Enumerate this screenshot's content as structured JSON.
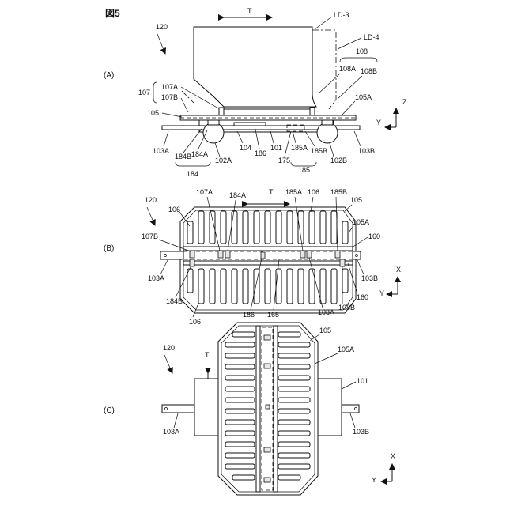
{
  "figure": {
    "title": "図5"
  },
  "panel_a": {
    "tag": "(A)",
    "labels": {
      "r120": "120",
      "T": "T",
      "LD3": "LD-3",
      "LD4": "LD-4",
      "r108": "108",
      "r108A": "108A",
      "r108B": "108B",
      "r107": "107",
      "r107A": "107A",
      "r107B": "107B",
      "r105": "105",
      "r105A": "105A",
      "r103A": "103A",
      "r103B": "103B",
      "r184B": "184B",
      "r184A": "184A",
      "r184": "184",
      "r102A": "102A",
      "r102B": "102B",
      "r104": "104",
      "r186": "186",
      "r101": "101",
      "r185A": "185A",
      "r185B": "185B",
      "r185": "185",
      "r175": "175",
      "axisY": "Y",
      "axisZ": "Z"
    }
  },
  "panel_b": {
    "tag": "(B)",
    "labels": {
      "r120": "120",
      "T": "T",
      "r107A": "107A",
      "r184A": "184A",
      "r185A": "185A",
      "r106a": "106",
      "r185B": "185B",
      "r105": "105",
      "r106b": "106",
      "r105A": "105A",
      "r107B": "107B",
      "r160a": "160",
      "r103A": "103A",
      "r103B": "103B",
      "r184B": "184B",
      "r106c": "106",
      "r186": "186",
      "r165": "165",
      "r108A": "108A",
      "r108B": "108B",
      "r160b": "160",
      "axisX": "X",
      "axisY": "Y"
    }
  },
  "panel_c": {
    "tag": "(C)",
    "labels": {
      "r120": "120",
      "T": "T",
      "r105": "105",
      "r105A": "105A",
      "r101": "101",
      "r103A": "103A",
      "r103B": "103B",
      "axisX": "X",
      "axisY": "Y"
    }
  }
}
